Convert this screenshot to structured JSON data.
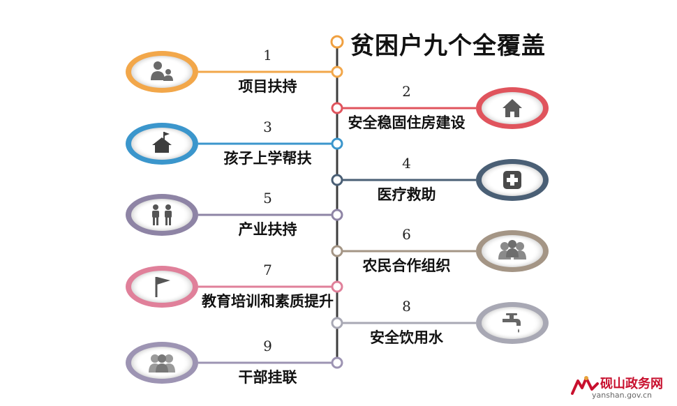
{
  "title": "贫困户九个全覆盖",
  "items": [
    {
      "number": "1",
      "label": "项目扶持",
      "side": "left",
      "icon": "family-icon",
      "color": "#f2a74a"
    },
    {
      "number": "2",
      "label": "安全稳固住房建设",
      "side": "right",
      "icon": "house-icon",
      "color": "#e0545d"
    },
    {
      "number": "3",
      "label": "孩子上学帮扶",
      "side": "left",
      "icon": "school-icon",
      "color": "#3b96cc"
    },
    {
      "number": "4",
      "label": "医疗救助",
      "side": "right",
      "icon": "medical-cross-icon",
      "color": "#4a5f75"
    },
    {
      "number": "5",
      "label": "产业扶持",
      "side": "left",
      "icon": "two-people-icon",
      "color": "#8e84a5"
    },
    {
      "number": "6",
      "label": "农民合作组织",
      "side": "right",
      "icon": "group-icon",
      "color": "#a49585"
    },
    {
      "number": "7",
      "label": "教育培训和素质提升",
      "side": "left",
      "icon": "flag-icon",
      "color": "#e0809a"
    },
    {
      "number": "8",
      "label": "安全饮用水",
      "side": "right",
      "icon": "faucet-icon",
      "color": "#a8a8b4"
    },
    {
      "number": "9",
      "label": "干部挂联",
      "side": "left",
      "icon": "team-icon",
      "color": "#9d94b3"
    }
  ],
  "watermark": {
    "name": "砚山政务网",
    "url": "yanshan.gov.cn",
    "logo": "logo-icon"
  }
}
